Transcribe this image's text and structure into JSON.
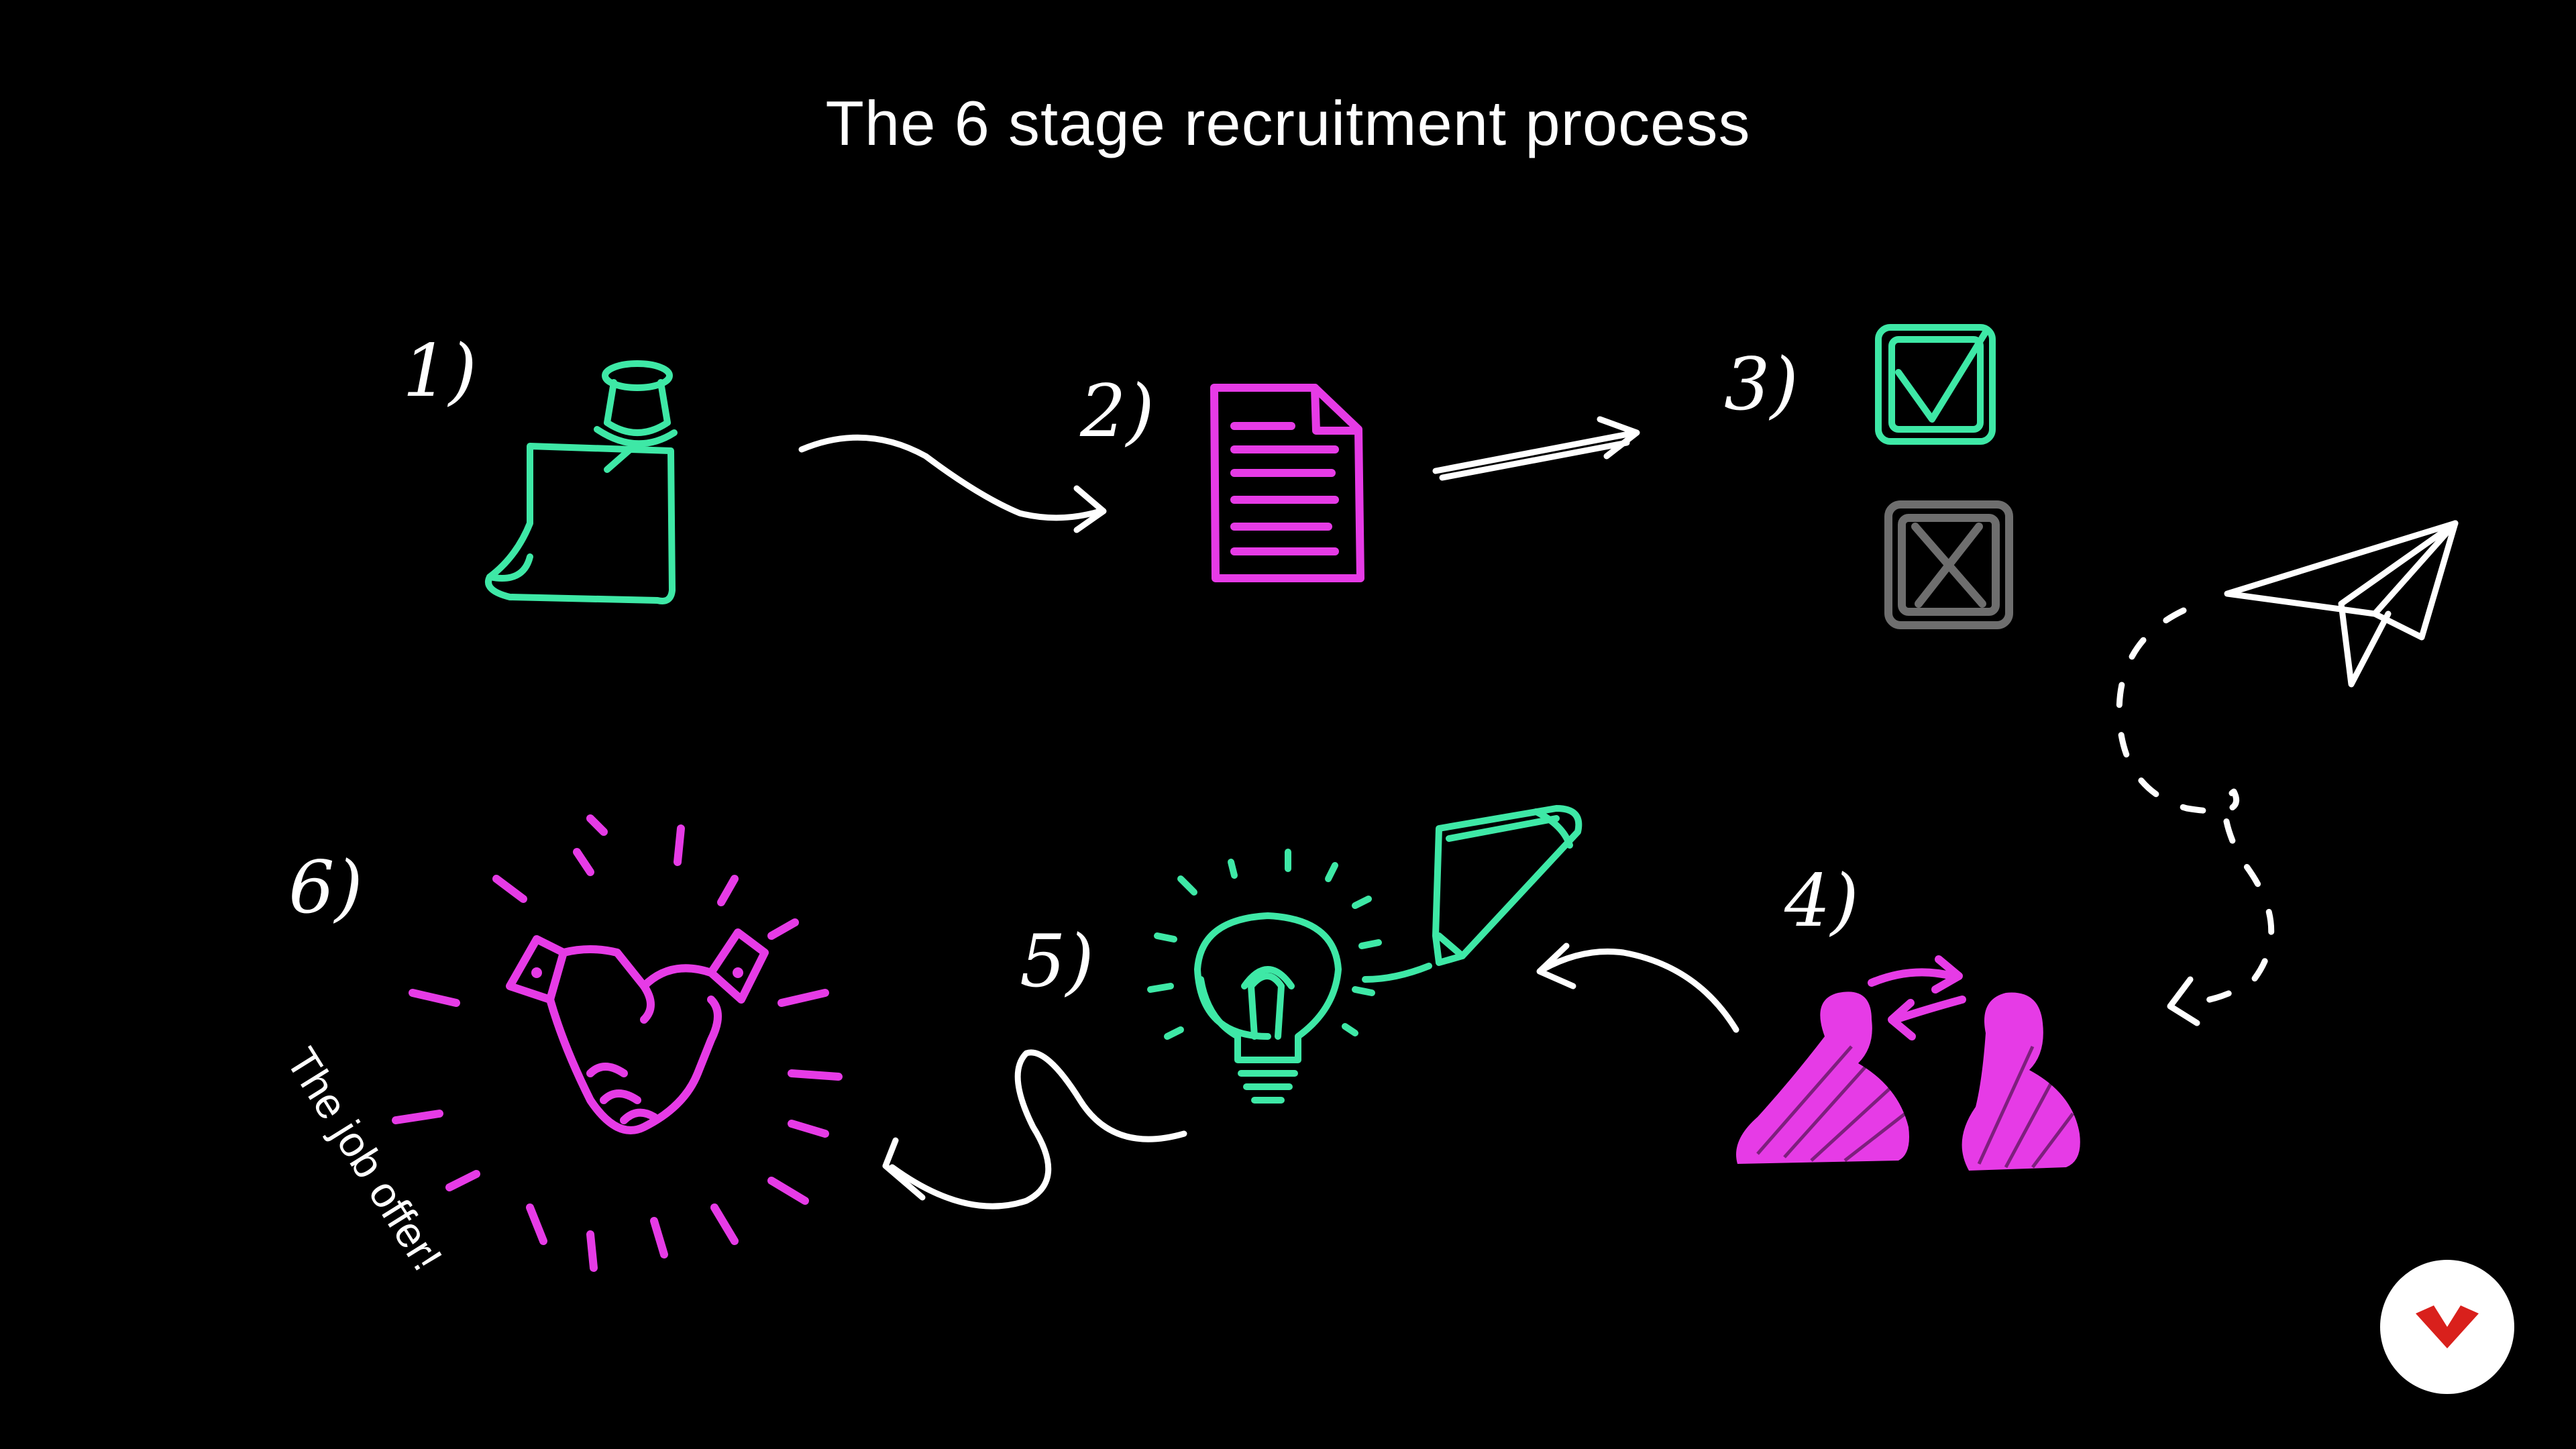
{
  "title": "The 6 stage recruitment process",
  "stages": [
    {
      "number": "1)",
      "icon": "pinned-note-icon"
    },
    {
      "number": "2)",
      "icon": "document-icon"
    },
    {
      "number": "3)",
      "icon": "checkbox-icon"
    },
    {
      "number": "4)",
      "icon": "interview-people-icon"
    },
    {
      "number": "5)",
      "icon": "lightbulb-icon"
    },
    {
      "number": "6)",
      "icon": "handshake-icon"
    }
  ],
  "job_offer_caption": "The job offer!",
  "colors": {
    "background": "#000000",
    "white": "#ffffff",
    "green": "#3ee8a6",
    "magenta": "#e63be6",
    "grey": "#6e6e6e",
    "logo_red": "#d9201c"
  },
  "logo": {
    "icon": "brand-logo-icon"
  }
}
